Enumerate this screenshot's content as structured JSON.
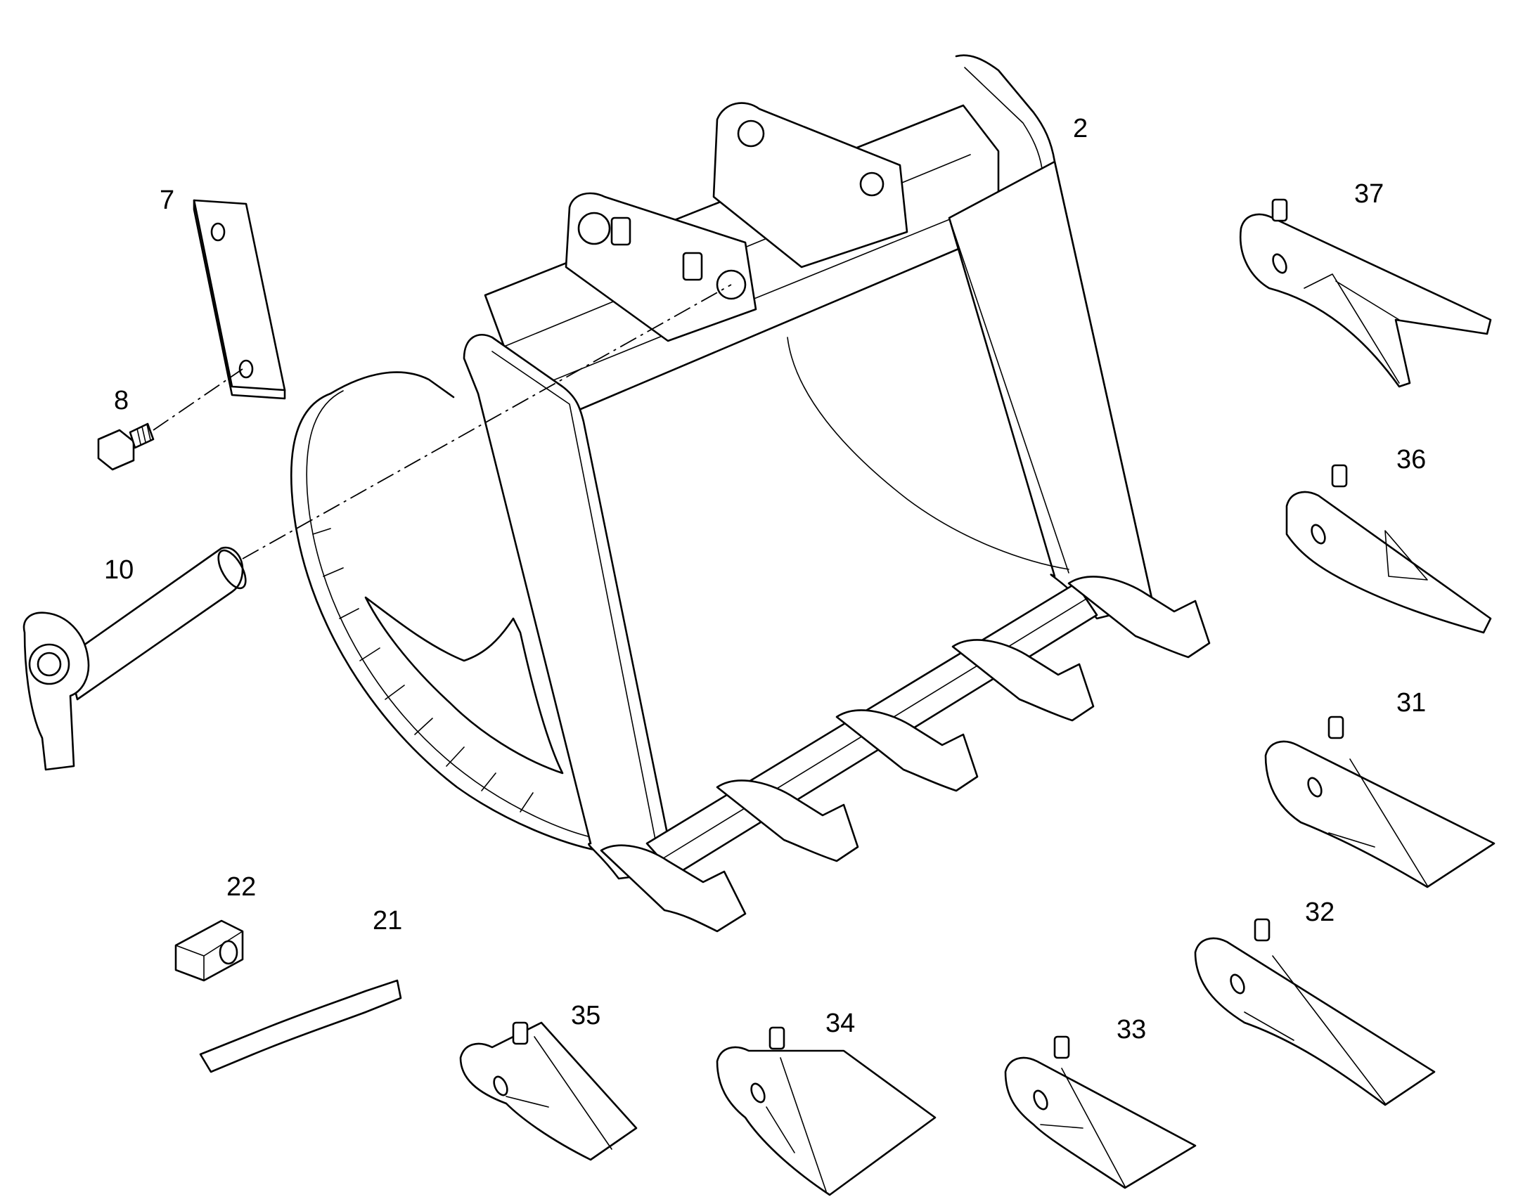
{
  "labels": {
    "bucket": "2",
    "plate": "7",
    "bolt": "8",
    "pin": "10",
    "wear_strip": "21",
    "retainer": "22",
    "tooth_37": "37",
    "tooth_36": "36",
    "tooth_31": "31",
    "tooth_32": "32",
    "tooth_33": "33",
    "tooth_34": "34",
    "tooth_35": "35"
  }
}
